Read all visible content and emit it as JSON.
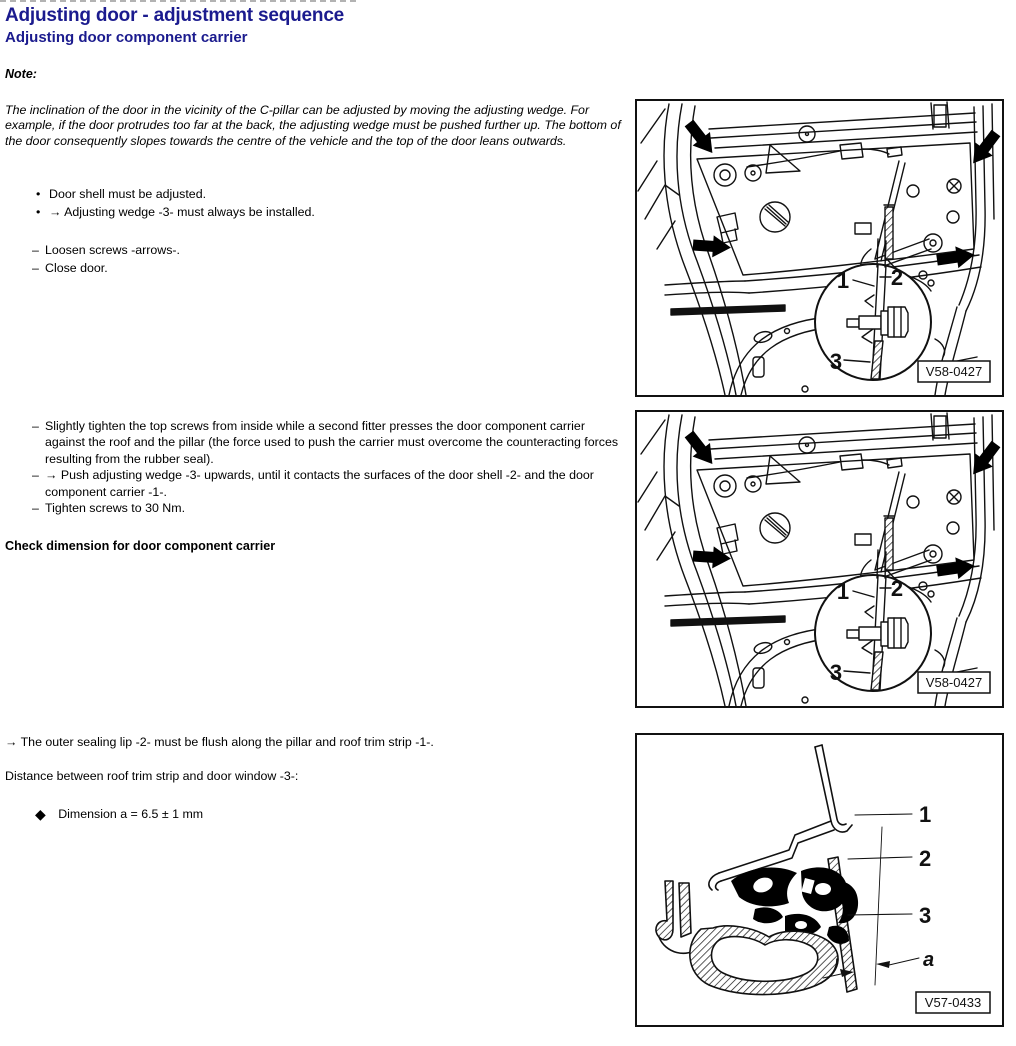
{
  "glyphs": {
    "bullet": "•",
    "dash": "–",
    "diamond": "◆"
  },
  "header": {
    "title": "Adjusting door - adjustment sequence",
    "subtitle": "Adjusting door component carrier"
  },
  "note": {
    "label": "Note:",
    "body": "The inclination of the door in the vicinity of the C-pillar can be adjusted by moving the adjusting wedge. For example, if the door protrudes too far at the back, the adjusting wedge must be pushed further up. The bottom of the door consequently slopes towards the centre of the vehicle and the top of the door leans outwards."
  },
  "prerequisites": [
    "Door shell must be adjusted.",
    "→ Adjusting wedge -3- must always be installed."
  ],
  "steps_initial": [
    "Loosen screws -arrows-.",
    "Close door."
  ],
  "steps_tightening": [
    "Slightly tighten the top screws from inside while a second fitter presses the door component carrier against the roof and the pillar (the force used to push the carrier must overcome the counteracting forces resulting from the rubber seal).",
    "→ Push adjusting wedge -3- upwards, until it contacts the surfaces of the door shell -2- and the door component carrier -1-.",
    "Tighten screws to 30 Nm."
  ],
  "check_heading": "Check dimension for door component carrier",
  "sealing_note": "→ The outer sealing lip -2- must be flush along the pillar and roof trim strip -1-.",
  "distance_note": "Distance between roof trim strip and door window -3-:",
  "dimension_spec": "Dimension a = 6.5 ± 1 mm",
  "figures": {
    "door_carrier_top": {
      "id_label": "V58-0427",
      "callout_1": "1",
      "callout_2": "2",
      "callout_3": "3"
    },
    "door_carrier_bottom": {
      "id_label": "V58-0427",
      "callout_1": "1",
      "callout_2": "2",
      "callout_3": "3"
    },
    "seal_cross_section": {
      "id_label": "V57-0433",
      "callout_1": "1",
      "callout_2": "2",
      "callout_3": "3",
      "callout_a": "a"
    }
  },
  "colors": {
    "heading": "#1b1b8e",
    "body_text": "#000000",
    "line_art": "#111111"
  }
}
